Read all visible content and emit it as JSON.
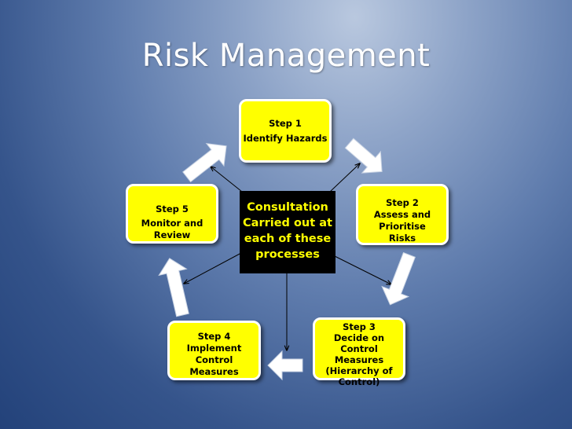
{
  "slide": {
    "title": "Risk Management"
  },
  "diagram": {
    "center": {
      "lines": [
        "Consultation",
        "Carried out at",
        "each of these",
        "processes"
      ]
    },
    "steps": [
      {
        "step": "Step 1",
        "lines": [
          "Identify Hazards"
        ]
      },
      {
        "step": "Step 2",
        "lines": [
          "Assess and Prioritise",
          "Risks"
        ]
      },
      {
        "step": "Step 3",
        "lines": [
          "Decide on Control",
          "Measures",
          "(Hierarchy of",
          "Control)"
        ]
      },
      {
        "step": "Step 4",
        "lines": [
          "Implement",
          "Control Measures"
        ]
      },
      {
        "step": "Step 5",
        "lines": [
          "Monitor and Review"
        ]
      }
    ]
  },
  "colors": {
    "step_fill": "#ffff00",
    "step_border": "#ffffff",
    "center_fill": "#000000",
    "center_text": "#ffff00",
    "cycle_arrow": "#ffffff",
    "connector_line": "#000000"
  }
}
